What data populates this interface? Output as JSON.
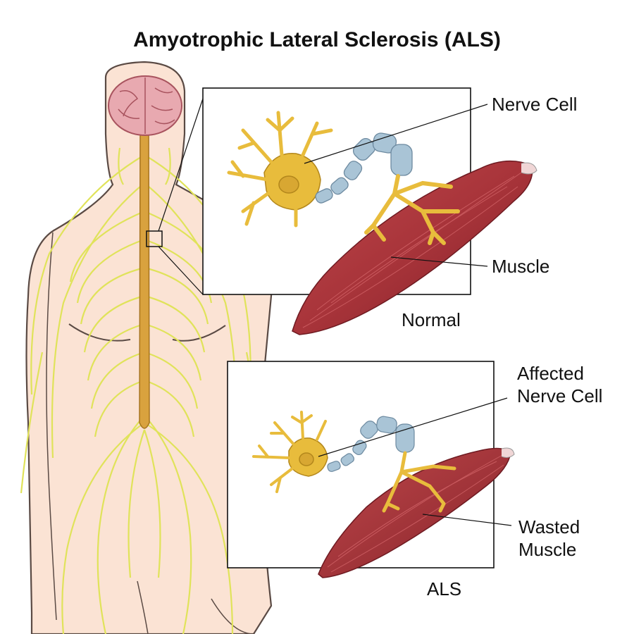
{
  "title": "Amyotrophic Lateral Sclerosis (ALS)",
  "labels": {
    "nerve_cell": "Nerve Cell",
    "muscle": "Muscle",
    "normal": "Normal",
    "affected_line1": "Affected",
    "affected_line2": "Nerve Cell",
    "wasted_line1": "Wasted",
    "wasted_line2": "Muscle",
    "als": "ALS"
  },
  "colors": {
    "skin": "#fbe3d4",
    "skin_outline": "#5a4a44",
    "nerve": "#e4e86a",
    "spinal_cord": "#d9a23e",
    "brain": "#e8a9b0",
    "neuron": "#e8bc3c",
    "myelin": "#a9c4d6",
    "muscle": "#a8343a",
    "box_border": "#111111"
  }
}
